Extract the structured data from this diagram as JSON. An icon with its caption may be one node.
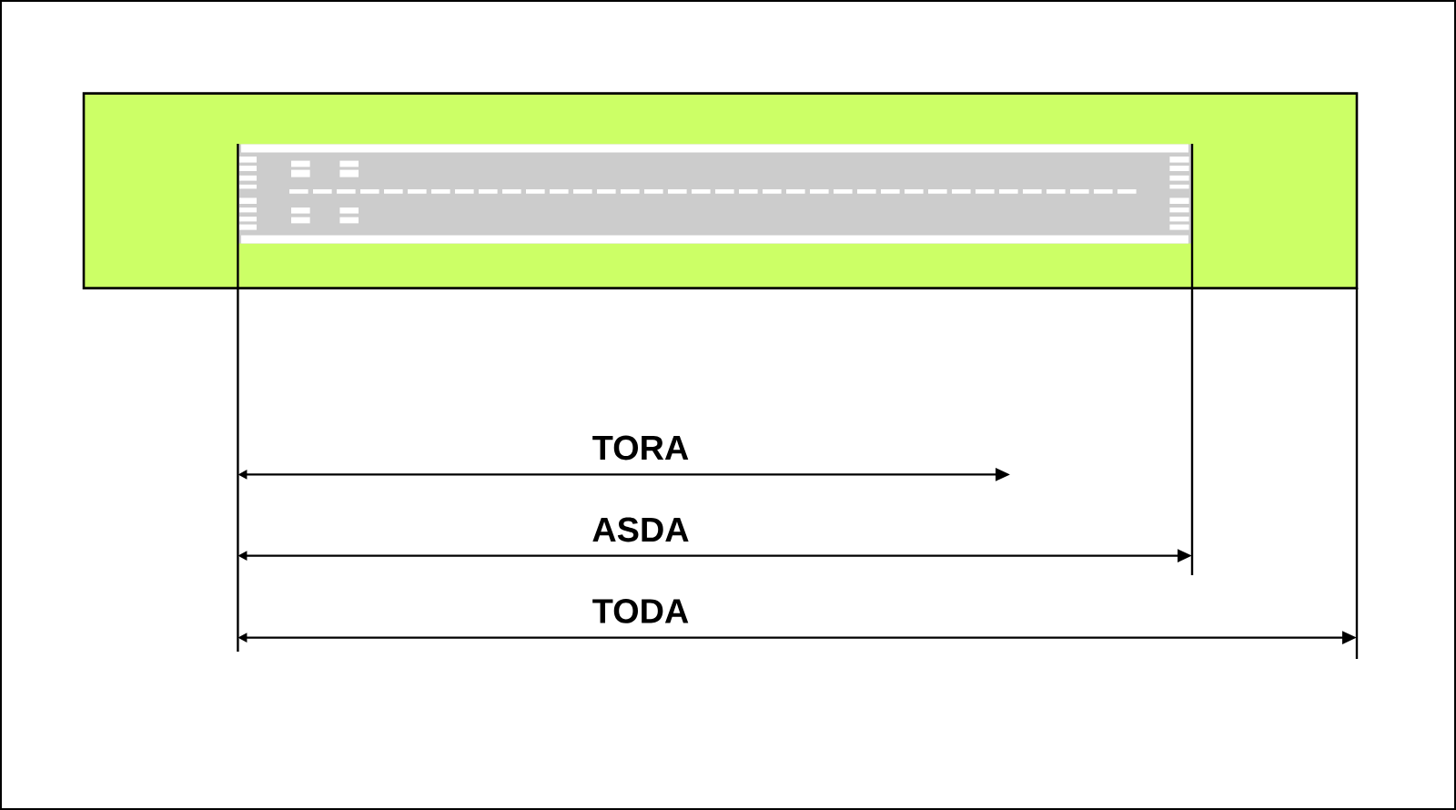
{
  "diagram": {
    "labels": [
      "TORA",
      "ASDA",
      "TODA"
    ]
  }
}
